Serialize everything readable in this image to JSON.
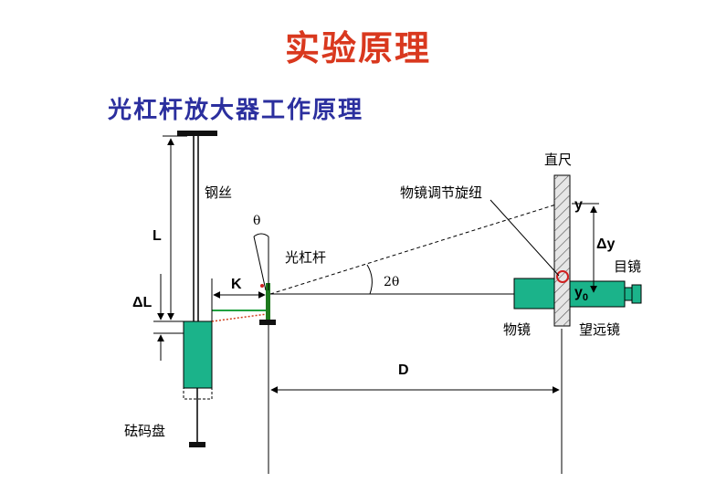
{
  "header": {
    "title": "实验原理"
  },
  "section": {
    "subtitle": "光杠杆放大器工作原理"
  },
  "labels": {
    "steel_wire": "钢丝",
    "L": "L",
    "delta_L": "ΔL",
    "weight_pan": "砝码盘",
    "theta": "θ",
    "K": "K",
    "optical_lever": "光杠杆",
    "two_theta": "2θ",
    "D": "D",
    "scale": "直尺",
    "knob": "物镜调节旋纽",
    "y": "y",
    "y0_base": "y",
    "y0_sub": "0",
    "delta_y": "Δy",
    "eyepiece": "目镜",
    "objective": "物镜",
    "telescope": "望远镜"
  },
  "colors": {
    "title": "#d9381e",
    "subtitle": "#2b2f9e",
    "component_fill": "#1bb38a",
    "scale_fill": "#e6e6e6"
  }
}
